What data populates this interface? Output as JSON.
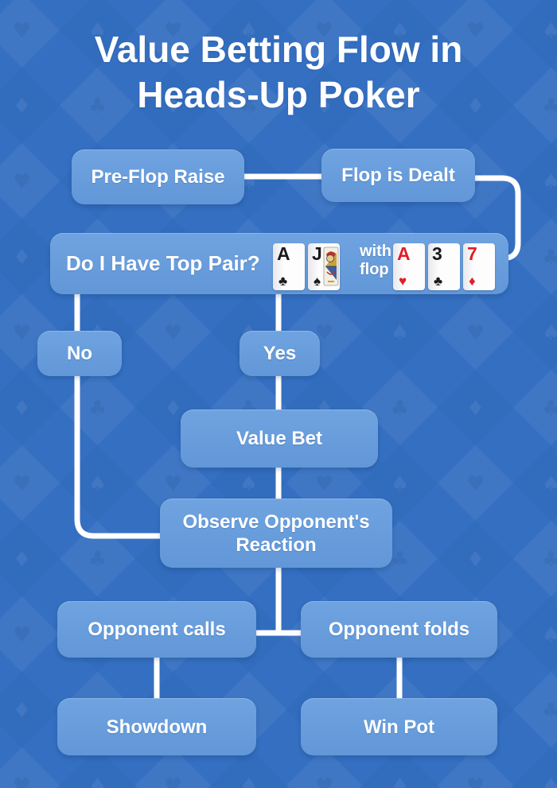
{
  "title": {
    "line1": "Value Betting Flow in",
    "line2": "Heads-Up Poker"
  },
  "flow": {
    "nodes": {
      "pre_flop_raise": "Pre-Flop Raise",
      "flop_is_dealt": "Flop is Dealt",
      "decision": "Do I Have Top Pair?",
      "no": "No",
      "yes": "Yes",
      "value_bet": "Value Bet",
      "observe": "Observe Opponent's Reaction",
      "opponent_calls": "Opponent calls",
      "opponent_folds": "Opponent folds",
      "showdown": "Showdown",
      "win_pot": "Win Pot"
    },
    "edges": [
      {
        "from": "Pre-Flop Raise",
        "to": "Flop is Dealt"
      },
      {
        "from": "Flop is Dealt",
        "to": "Do I Have Top Pair?"
      },
      {
        "from": "Do I Have Top Pair?",
        "to": "No"
      },
      {
        "from": "Do I Have Top Pair?",
        "to": "Yes"
      },
      {
        "from": "No",
        "to": "Observe Opponent's Reaction"
      },
      {
        "from": "Yes",
        "to": "Value Bet"
      },
      {
        "from": "Value Bet",
        "to": "Observe Opponent's Reaction"
      },
      {
        "from": "Observe Opponent's Reaction",
        "to": "Opponent calls"
      },
      {
        "from": "Observe Opponent's Reaction",
        "to": "Opponent folds"
      },
      {
        "from": "Opponent calls",
        "to": "Showdown"
      },
      {
        "from": "Opponent folds",
        "to": "Win Pot"
      }
    ]
  },
  "decision_cards": {
    "context_label": "with flop",
    "hand": [
      {
        "rank": "A",
        "suit": "♣",
        "suit_name": "club",
        "color": "black"
      },
      {
        "rank": "J",
        "suit": "♠",
        "suit_name": "spade",
        "color": "black"
      }
    ],
    "flop": [
      {
        "rank": "A",
        "suit": "♥",
        "suit_name": "heart",
        "color": "red"
      },
      {
        "rank": "3",
        "suit": "♣",
        "suit_name": "club",
        "color": "black"
      },
      {
        "rank": "7",
        "suit": "♦",
        "suit_name": "diamond",
        "color": "red"
      }
    ]
  },
  "colors": {
    "background": "#346fc1",
    "node_fill": "#699cdb",
    "connector": "#ffffff",
    "title_text": "#ffffff",
    "card_red": "#e11e26",
    "card_black": "#1a1a1a"
  }
}
